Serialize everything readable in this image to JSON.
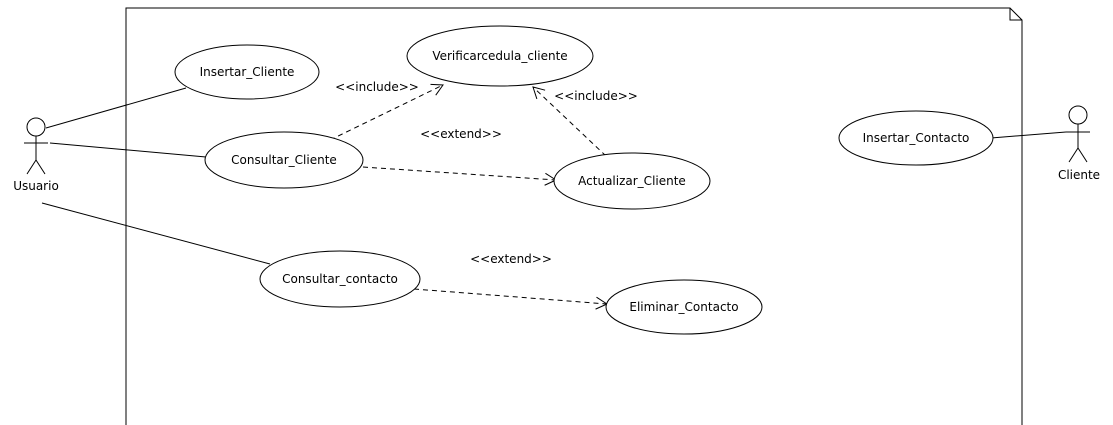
{
  "actors": {
    "usuario": "Usuario",
    "cliente": "Cliente"
  },
  "use_cases": {
    "insertar_cliente": "Insertar_Cliente",
    "verificar_cedula": "Verificarcedula_cliente",
    "consultar_cliente": "Consultar_Cliente",
    "actualizar_cliente": "Actualizar_Cliente",
    "consultar_contacto": "Consultar_contacto",
    "eliminar_contacto": "Eliminar_Contacto",
    "insertar_contacto": "Insertar_Contacto"
  },
  "stereotypes": {
    "include_1": "<<include>>",
    "include_2": "<<include>>",
    "extend_1": "<<extend>>",
    "extend_2": "<<extend>>"
  }
}
